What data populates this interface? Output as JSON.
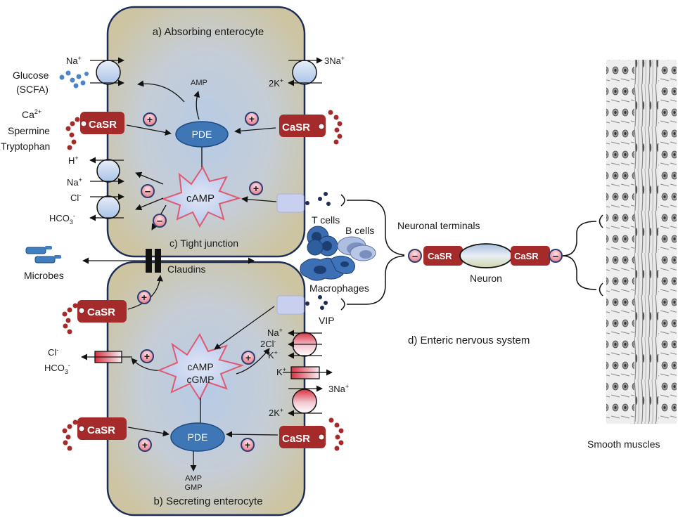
{
  "cells": {
    "absorbing_title": "a) Absorbing enterocyte",
    "secreting_title": "b) Secreting enterocyte",
    "tight_junction": "c) Tight junction",
    "claudins": "Claudins",
    "enteric_title": "d) Enteric nervous system"
  },
  "labels": {
    "casr": "CaSR",
    "pde": "PDE",
    "camp": "cAMP",
    "cgmp": "cGMP",
    "amp": "AMP",
    "gmp": "GMP",
    "glucose": "Glucose",
    "scfa": "(SCFA)",
    "ca": "Ca",
    "ca_sup": "2+",
    "spermine": "Spermine",
    "tryptophan": "Tryptophan",
    "microbes": "Microbes",
    "t_cells": "T cells",
    "b_cells": "B cells",
    "macrophages": "Macrophages",
    "vip": "VIP",
    "neuronal_terminals": "Neuronal terminals",
    "neuron": "Neuron",
    "smooth_muscles": "Smooth muscles"
  },
  "ions": {
    "na": "Na",
    "plus": "+",
    "minus": "-",
    "three_na": "3Na",
    "two_k": "2K",
    "h": "H",
    "cl": "Cl",
    "hco3": "HCO",
    "sub3": "3",
    "two_cl": "2Cl",
    "k": "K"
  },
  "signs": {
    "plus": "+",
    "minus": "–"
  },
  "colors": {
    "cell_fill_edge": "#cdc4a0",
    "cell_fill_center": "#b9cde6",
    "casr": "#a52a2a",
    "pde": "#3f76b5",
    "camp_fill": "#ccd6ee",
    "camp_stroke": "#e05a6e",
    "transporter": "#c4d6f0",
    "sign_fill": "#f4b8c0",
    "sign_stroke": "#2b3f73"
  }
}
